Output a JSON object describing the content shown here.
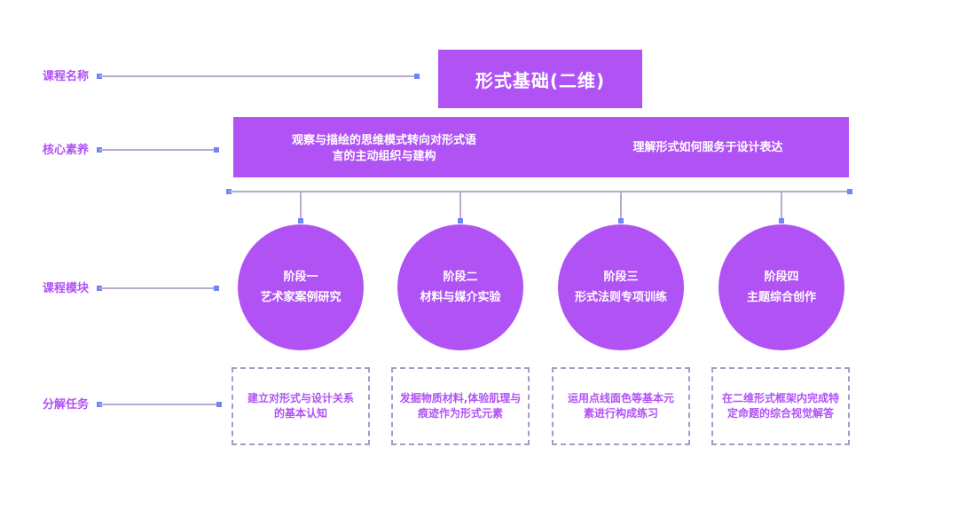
{
  "row_labels": {
    "course_name": "课程名称",
    "core_competency": "核心素养",
    "course_modules": "课程模块",
    "decomposed_tasks": "分解任务"
  },
  "course_title": "形式基础(二维)",
  "core_competencies": [
    {
      "line1": "观察与描绘的思维模式转向对形式语",
      "line2": "言的主动组织与建构"
    },
    {
      "line1": "理解形式如何服务于设计表达",
      "line2": ""
    }
  ],
  "stages": [
    {
      "stage": "阶段一",
      "name": "艺术家案例研究",
      "task_line1": "建立对形式与设计关系",
      "task_line2": "的基本认知"
    },
    {
      "stage": "阶段二",
      "name": "材料与媒介实验",
      "task_line1": "发掘物质材料,体验肌理与",
      "task_line2": "痕迹作为形式元素"
    },
    {
      "stage": "阶段三",
      "name": "形式法则专项训练",
      "task_line1": "运用点线面色等基本元",
      "task_line2": "素进行构成练习"
    },
    {
      "stage": "阶段四",
      "name": "主题综合创作",
      "task_line1": "在二维形式框架内完成特",
      "task_line2": "定命题的综合视觉解答"
    }
  ],
  "colors": {
    "primary_purple": "#b152f5",
    "connector": "#b9aacf",
    "node_dot": "#6f86fb",
    "dashed_border": "#a89ac4"
  }
}
